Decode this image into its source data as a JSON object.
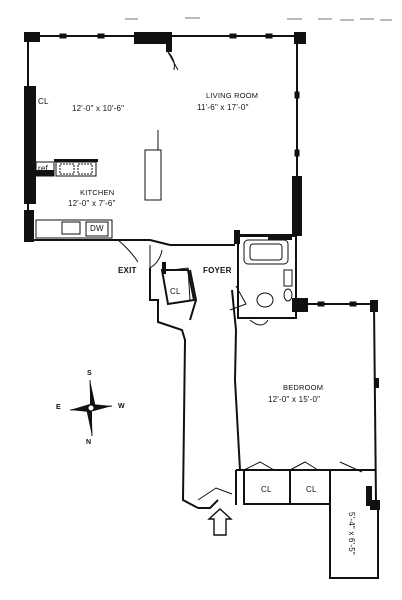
{
  "rooms": {
    "living_room": {
      "name": "LIVING ROOM",
      "size": "11'-6\" x 17'-0\""
    },
    "dining": {
      "size": "12'-0\" x 10'-6\""
    },
    "kitchen": {
      "name": "KITCHEN",
      "size": "12'-0\" x 7'-6\""
    },
    "bedroom": {
      "name": "BEDROOM",
      "size": "12'-0\" x 15'-0\""
    },
    "dressing": {
      "size": "5'-4\" x 6'-5\""
    }
  },
  "labels": {
    "closet_living": "CL",
    "closet_entry": "CL",
    "closet_bed_1": "CL",
    "closet_bed_2": "CL",
    "ref": "ref",
    "dw": "DW",
    "exit": "EXIT",
    "foyer": "FOYER"
  },
  "compass": {
    "north": "N",
    "south": "S",
    "east": "E",
    "west": "W"
  },
  "icons": [
    "entry-arrow-icon",
    "compass-icon",
    "door-swing-icon",
    "window-icon"
  ]
}
